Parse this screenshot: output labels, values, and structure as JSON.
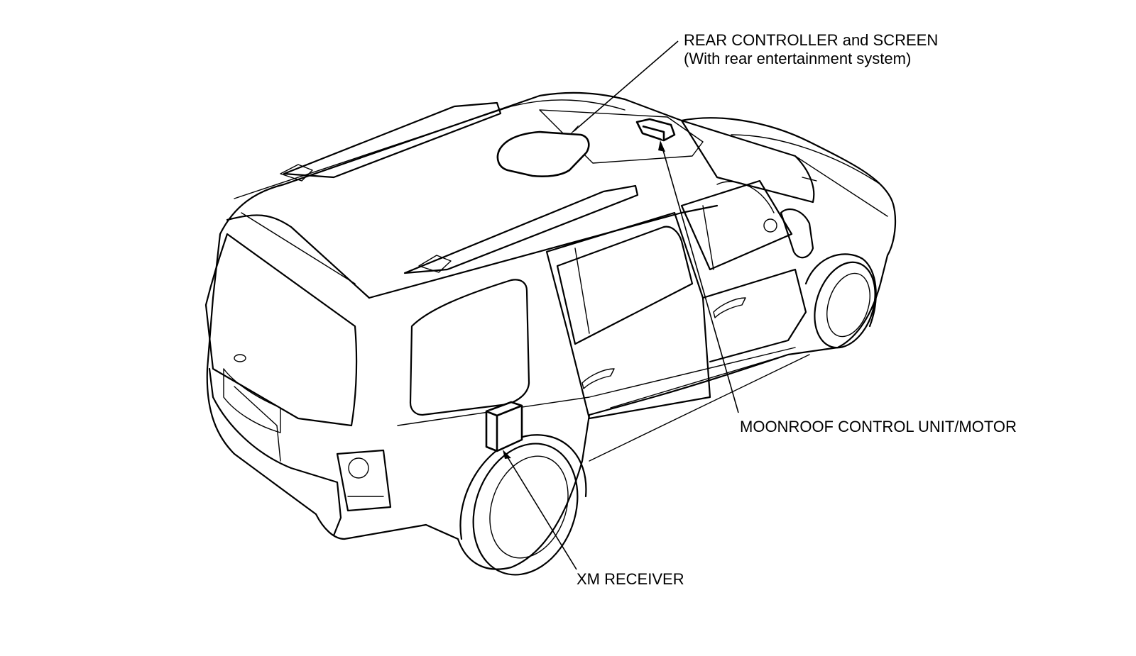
{
  "callouts": {
    "rear_controller": {
      "line1": "REAR CONTROLLER and SCREEN",
      "line2": "(With rear entertainment system)"
    },
    "moonroof": {
      "text": "MOONROOF CONTROL UNIT/MOTOR"
    },
    "xm_receiver": {
      "text": "XM RECEIVER"
    }
  },
  "colors": {
    "ink": "#000000",
    "paper": "#ffffff"
  }
}
